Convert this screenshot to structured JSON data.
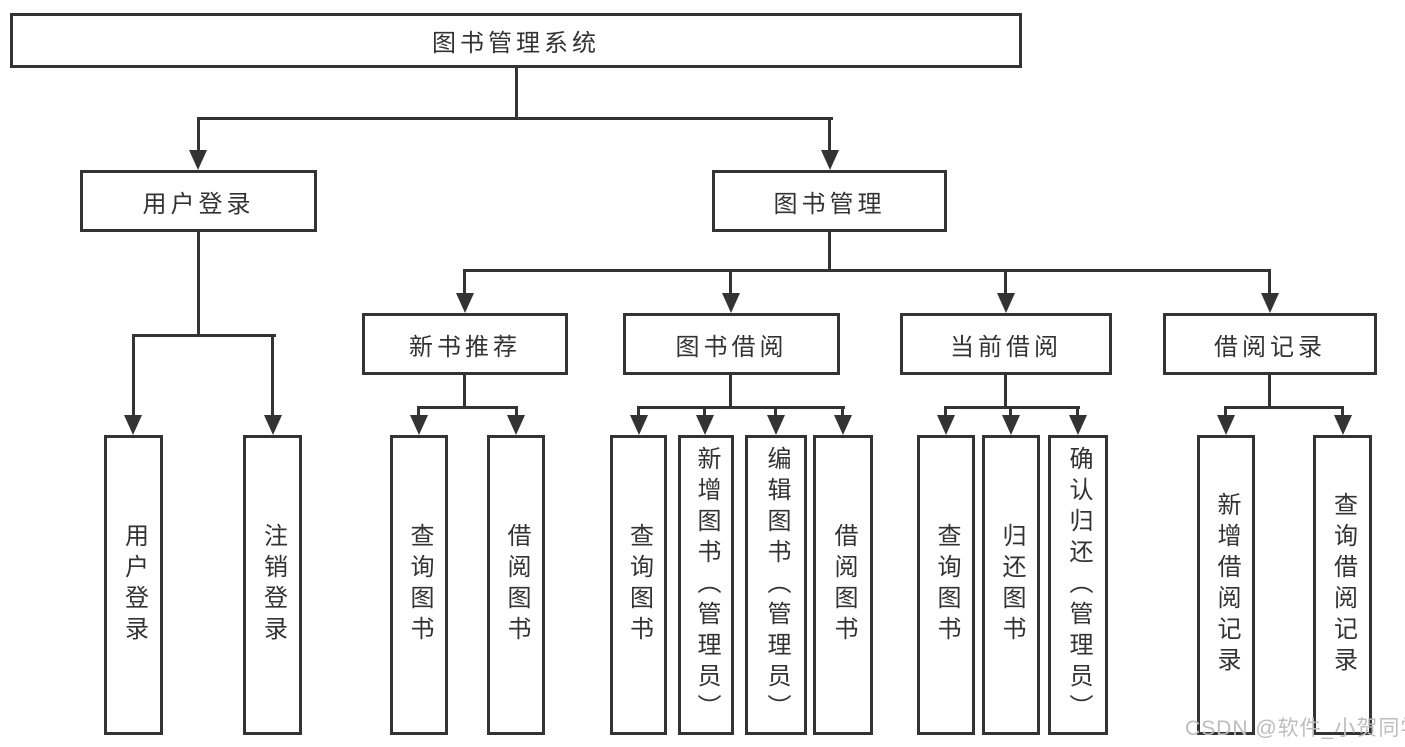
{
  "diagram": {
    "root": {
      "label": "图书管理系统"
    },
    "level2": [
      {
        "label": "用户登录"
      },
      {
        "label": "图书管理"
      }
    ],
    "level3": [
      {
        "label": "新书推荐"
      },
      {
        "label": "图书借阅"
      },
      {
        "label": "当前借阅"
      },
      {
        "label": "借阅记录"
      }
    ],
    "leaves": [
      {
        "label": "用户登录",
        "parent": "用户登录"
      },
      {
        "label": "注销登录",
        "parent": "用户登录"
      },
      {
        "label": "查询图书",
        "parent": "新书推荐"
      },
      {
        "label": "借阅图书",
        "parent": "新书推荐"
      },
      {
        "label": "查询图书",
        "parent": "图书借阅"
      },
      {
        "label": "新增图书（管理员）",
        "parent": "图书借阅"
      },
      {
        "label": "编辑图书（管理员）",
        "parent": "图书借阅"
      },
      {
        "label": "借阅图书",
        "parent": "图书借阅"
      },
      {
        "label": "查询图书",
        "parent": "当前借阅"
      },
      {
        "label": "归还图书",
        "parent": "当前借阅"
      },
      {
        "label": "确认归还（管理员）",
        "parent": "当前借阅"
      },
      {
        "label": "新增借阅记录",
        "parent": "借阅记录"
      },
      {
        "label": "查询借阅记录",
        "parent": "借阅记录"
      }
    ]
  },
  "watermark": {
    "text": "CSDN @软件_小贺同学"
  },
  "colors": {
    "line": "#333333",
    "text": "#333333",
    "background": "#ffffff",
    "watermark": "#bdbdbd"
  }
}
